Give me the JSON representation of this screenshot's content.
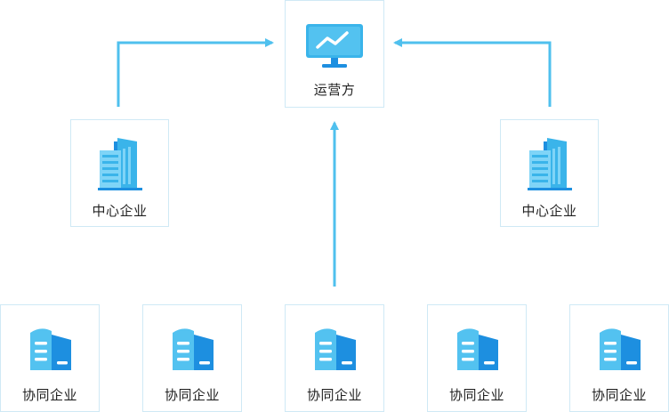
{
  "operator": {
    "label": "运营方",
    "icon": "monitor-chart-icon"
  },
  "center_enterprises": [
    {
      "label": "中心企业",
      "icon": "office-building-icon"
    },
    {
      "label": "中心企业",
      "icon": "office-building-icon"
    }
  ],
  "collab_enterprises": [
    {
      "label": "协同企业",
      "icon": "warehouse-building-icon"
    },
    {
      "label": "协同企业",
      "icon": "warehouse-building-icon"
    },
    {
      "label": "协同企业",
      "icon": "warehouse-building-icon"
    },
    {
      "label": "协同企业",
      "icon": "warehouse-building-icon"
    },
    {
      "label": "协同企业",
      "icon": "warehouse-building-icon"
    }
  ],
  "colors": {
    "arrow": "#4fc0ee",
    "border": "#cfe9f5",
    "icon_light": "#7fd4f7",
    "icon_mid": "#3ab4ea",
    "icon_dark": "#1d8fe0",
    "text": "#222222"
  }
}
